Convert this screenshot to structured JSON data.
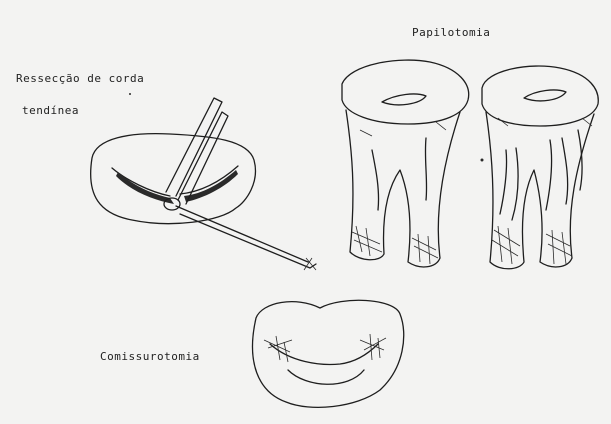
{
  "labels": {
    "resection_line1": "Ressecção de corda",
    "resection_line2": "tendínea",
    "papillotomy": "Papilotomia",
    "commissurotomy": "Comissurotomia"
  },
  "colors": {
    "background": "#f3f3f2",
    "ink": "#1e1e1e"
  }
}
